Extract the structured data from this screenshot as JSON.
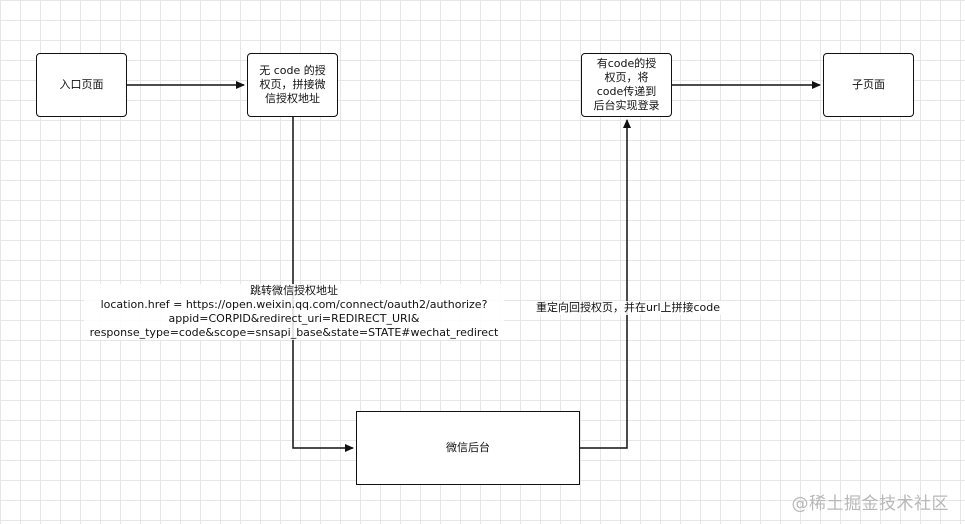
{
  "nodes": {
    "entry": "入口页面",
    "auth_no_code": "无 code 的授\n权页，拼接微\n信授权地址",
    "auth_with_code": "有code的授\n权页，将\ncode传递到\n后台实现登录",
    "child": "子页面",
    "wechat": "微信后台"
  },
  "labels": {
    "redirect_to_wechat": "跳转微信授权地址\nlocation.href = https://open.weixin.qq.com/connect/oauth2/authorize?\nappid=CORPID&redirect_uri=REDIRECT_URI&\nresponse_type=code&scope=snsapi_base&state=STATE#wechat_redirect",
    "redirect_back": "重定向回授权页，并在url上拼接code"
  },
  "watermark": "@稀土掘金技术社区"
}
